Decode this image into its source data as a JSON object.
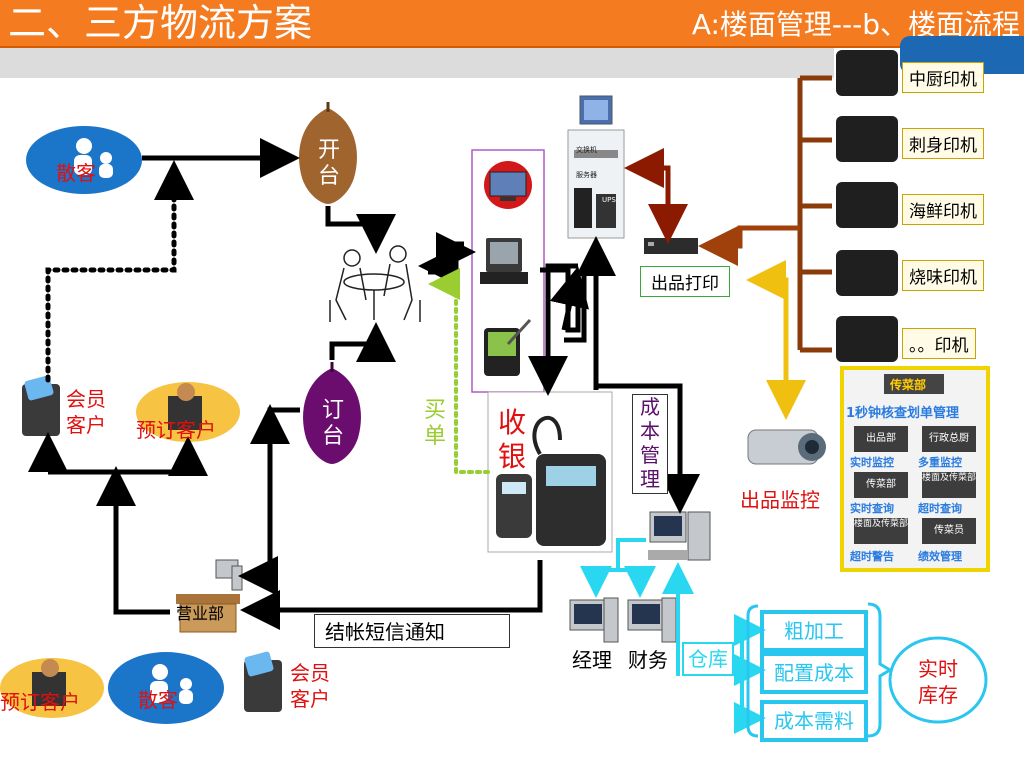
{
  "header": {
    "title": "二、三方物流方案",
    "subtitle": "A:楼面管理---b、楼面流程"
  },
  "customers": {
    "walkin_top": "散客",
    "member_left": "会员\n客户",
    "booking_left": "预订客户",
    "booking_bottom": "预订客户",
    "walkin_bottom": "散客",
    "member_bottom": "会员\n客户"
  },
  "nodes": {
    "open_table": "开\n台",
    "reserve_table": "订\n台",
    "sales_dept": "营业部",
    "buy_bill": "买\n单",
    "cashier": "收\n银",
    "cost_mgmt": "成\n本\n管\n理",
    "output_print": "出品打印",
    "output_monitor": "出品监控",
    "checkout_sms": "结帐短信通知",
    "manager": "经理",
    "finance": "财务",
    "warehouse": "仓库",
    "realtime_stock": "实时\n库存"
  },
  "server": {
    "switch": "交换机",
    "server": "服务器",
    "ups": "UPS"
  },
  "printers": [
    "中厨印机",
    "刺身印机",
    "海鲜印机",
    "烧味印机",
    "。。印机"
  ],
  "monitor_panel": {
    "tag": "传菜部",
    "heading": "1秒钟核查划单管理",
    "cells": [
      {
        "box": "出品部",
        "caption": "实时监控"
      },
      {
        "box": "行政总厨",
        "caption": "多重监控"
      },
      {
        "box": "传菜部",
        "caption": "实时查询"
      },
      {
        "box": "楼面及传菜部",
        "caption": "超时查询"
      },
      {
        "box": "楼面及传菜部",
        "caption": "超时警告"
      },
      {
        "box": "传菜员",
        "caption": "绩效管理"
      }
    ]
  },
  "warehouse_items": [
    "粗加工",
    "配置成本",
    "成本需料"
  ],
  "colors": {
    "header_bg": "#f47b20",
    "open_table": "#a0652e",
    "reserve_table": "#6a0d6e",
    "arrow_black": "#000000",
    "arrow_darkred": "#8b1a00",
    "arrow_brown": "#a0410c",
    "arrow_yellow": "#f0c010",
    "arrow_cyan": "#29d8f0",
    "dotted_green": "#9acd32",
    "customer_blue": "#1b75c9"
  }
}
